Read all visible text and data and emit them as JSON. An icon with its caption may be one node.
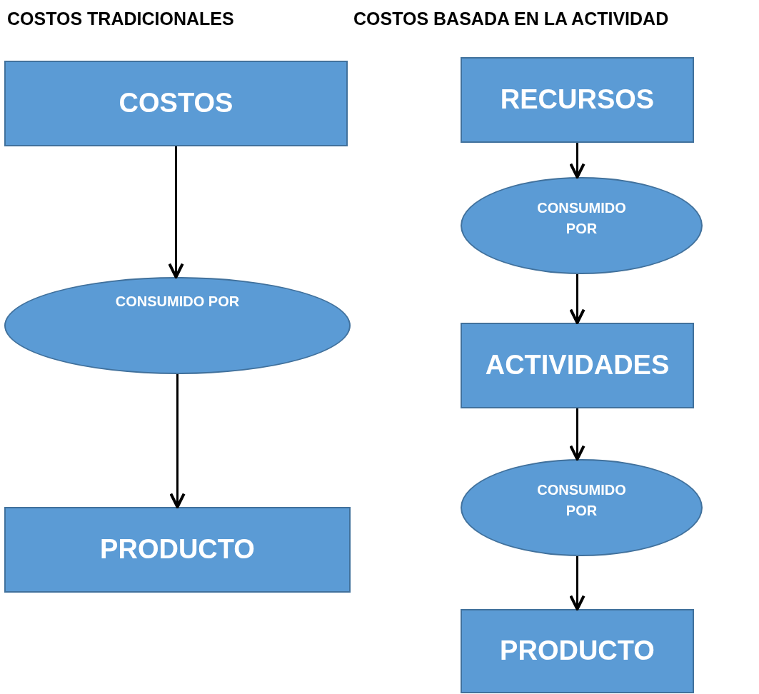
{
  "diagram": {
    "nodes": [
      {
        "text": [
          "COSTOS"
        ]
      },
      {
        "text": [
          "CONSUMIDO POR"
        ]
      },
      {
        "text": [
          "PRODUCTO"
        ]
      },
      {
        "text": [
          "RECURSOS"
        ]
      },
      {
        "text": [
          "CONSUMIDO POR"
        ]
      },
      {
        "text": [
          "ACTIVIDADES"
        ]
      },
      {
        "text": [
          "CONSUMIDO POR"
        ]
      },
      {
        "text": [
          "PRODUCTO"
        ]
      }
    ],
    "edges": [
      {
        "from": 0,
        "to": 1,
        "arrow": "to"
      },
      {
        "from": 1,
        "to": 2,
        "arrow": "to"
      },
      {
        "from": 3,
        "to": 4,
        "arrow": "to"
      },
      {
        "from": 4,
        "to": 5,
        "arrow": "to"
      },
      {
        "from": 5,
        "to": 6,
        "arrow": "to"
      },
      {
        "from": 6,
        "to": 7,
        "arrow": "to"
      }
    ],
    "labels": [
      "COSTOS TRADICIONALES",
      "COSTOS BASADA EN LA ACTIVIDAD"
    ]
  }
}
